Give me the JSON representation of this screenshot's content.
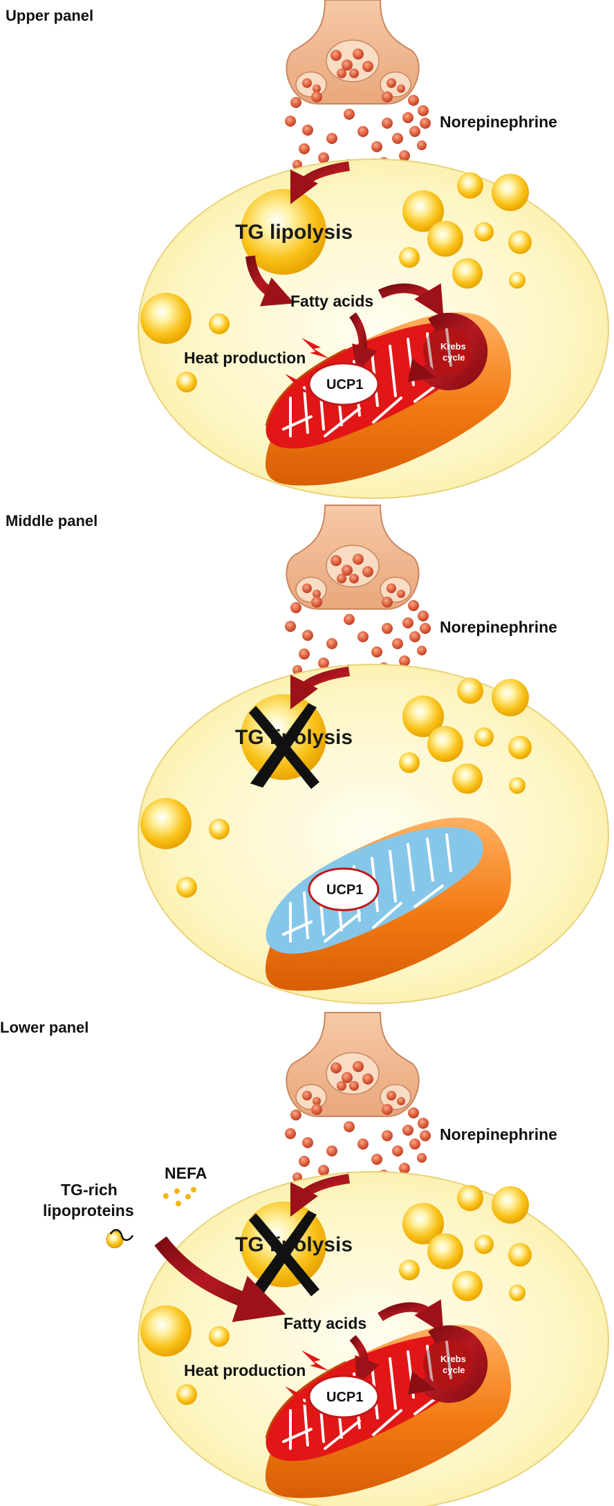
{
  "panels": [
    {
      "title": "Upper panel",
      "norepinephrine": "Norepinephrine",
      "tg_lipolysis": "TG lipolysis",
      "lipolysis_blocked": false,
      "fatty_acids": "Fatty acids",
      "heat_production": "Heat production",
      "ucp1": "UCP1",
      "krebs_line1": "Krebs",
      "krebs_line2": "cycle",
      "mitochondria_state": "active"
    },
    {
      "title": "Middle panel",
      "norepinephrine": "Norepinephrine",
      "tg_lipolysis": "TG lipolysis",
      "lipolysis_blocked": true,
      "ucp1": "UCP1",
      "mitochondria_state": "inactive"
    },
    {
      "title": "Lower panel",
      "norepinephrine": "Norepinephrine",
      "tg_lipolysis": "TG lipolysis",
      "lipolysis_blocked": true,
      "fatty_acids": "Fatty acids",
      "heat_production": "Heat production",
      "ucp1": "UCP1",
      "krebs_line1": "Krebs",
      "krebs_line2": "cycle",
      "nefa": "NEFA",
      "tg_rich_line1": "TG-rich",
      "tg_rich_line2": "lipoproteins",
      "mitochondria_state": "active"
    }
  ],
  "colors": {
    "cell_fill": "#fdf6c4",
    "cell_stroke": "#e8d27a",
    "neuron": "#f0b48a",
    "vesicle_dot": "#dc5a3a",
    "lipid_droplet": "#f5b50e",
    "mito_outer": "#f07a10",
    "cristae_active": "#e01818",
    "cristae_inactive": "#7fc4e8",
    "arrow": "#a8141c",
    "blocked_x": "#111111"
  }
}
